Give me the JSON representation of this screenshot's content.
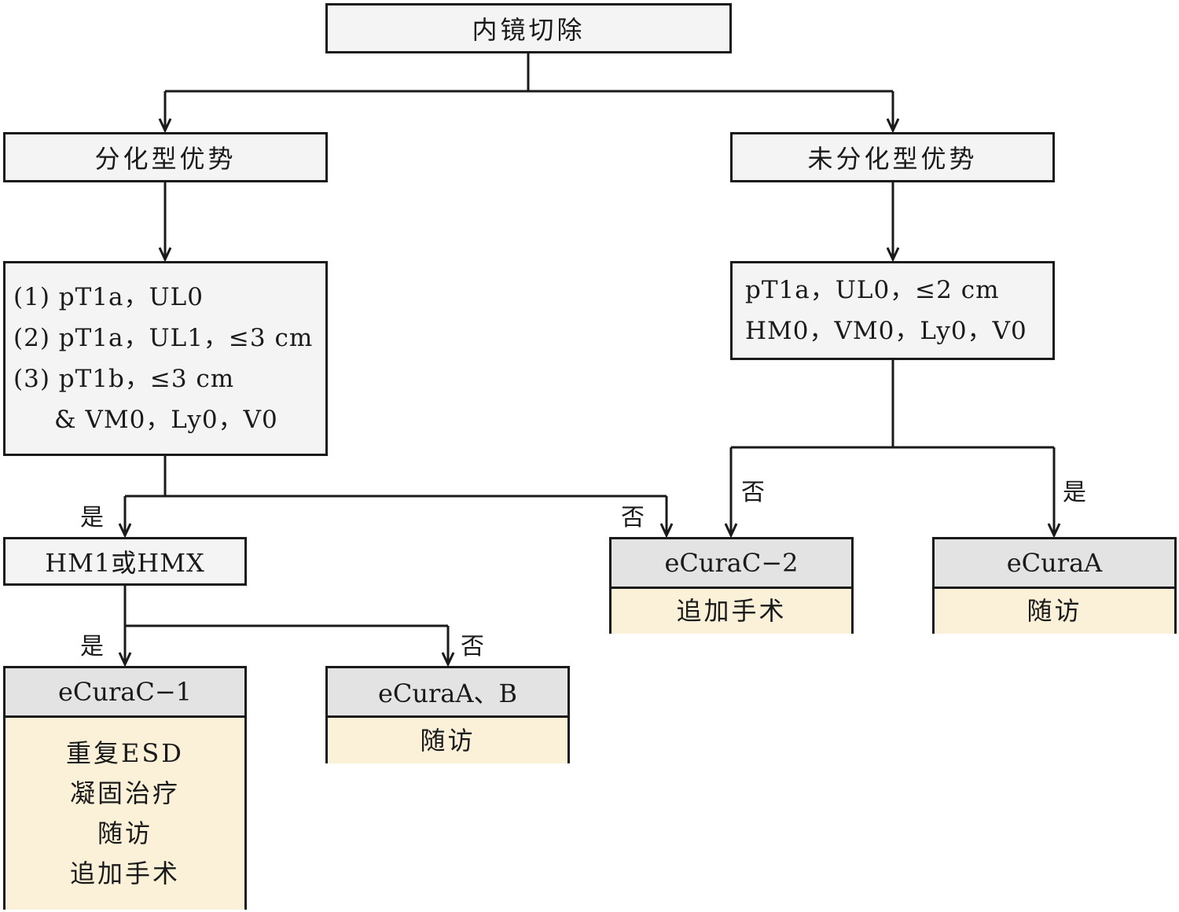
{
  "root": {
    "label": "内镜切除"
  },
  "branch_differentiated": {
    "label": "分化型优势"
  },
  "branch_undifferentiated": {
    "label": "未分化型优势"
  },
  "criteria_differentiated": {
    "lines": [
      "(1) pT1a，UL0",
      "(2) pT1a，UL1，≤3 cm",
      "(3) pT1b，≤3 cm",
      "& VM0，Ly0，V0"
    ]
  },
  "criteria_undifferentiated": {
    "lines": [
      "pT1a，UL0，≤2 cm",
      "HM0，VM0，Ly0，V0"
    ]
  },
  "hm_check": {
    "label": "HM1或HMX"
  },
  "results": {
    "ecura_c1": {
      "title": "eCuraC−1",
      "actions": [
        "重复ESD",
        "凝固治疗",
        "随访",
        "追加手术"
      ]
    },
    "ecura_ab": {
      "title": "eCuraA、B",
      "actions": [
        "随访"
      ]
    },
    "ecura_c2": {
      "title": "eCuraC−2",
      "actions": [
        "追加手术"
      ]
    },
    "ecura_a": {
      "title": "eCuraA",
      "actions": [
        "随访"
      ]
    }
  },
  "edge_labels": {
    "yes": "是",
    "no": "否"
  },
  "colors": {
    "box_fill": "#f4f4f4",
    "header_fill": "#e3e3e3",
    "action_fill": "#fbf1d9",
    "stroke": "#1a1a1a"
  }
}
